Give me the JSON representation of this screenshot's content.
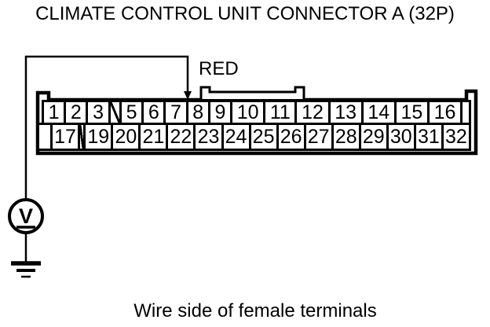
{
  "title": "CLIMATE CONTROL UNIT CONNECTOR A (32P)",
  "wire": {
    "color_label": "RED"
  },
  "connector": {
    "top_row": [
      "1",
      "2",
      "3",
      "",
      "5",
      "6",
      "7",
      "8",
      "9",
      "10",
      "11",
      "12",
      "13",
      "14",
      "15",
      "16"
    ],
    "bottom_row": [
      "17",
      "",
      "19",
      "20",
      "21",
      "22",
      "23",
      "24",
      "25",
      "26",
      "27",
      "28",
      "29",
      "30",
      "31",
      "32"
    ]
  },
  "meter": {
    "letter": "V"
  },
  "caption": "Wire side of female terminals",
  "colors": {
    "ink": "#000000",
    "background": "#ffffff"
  }
}
